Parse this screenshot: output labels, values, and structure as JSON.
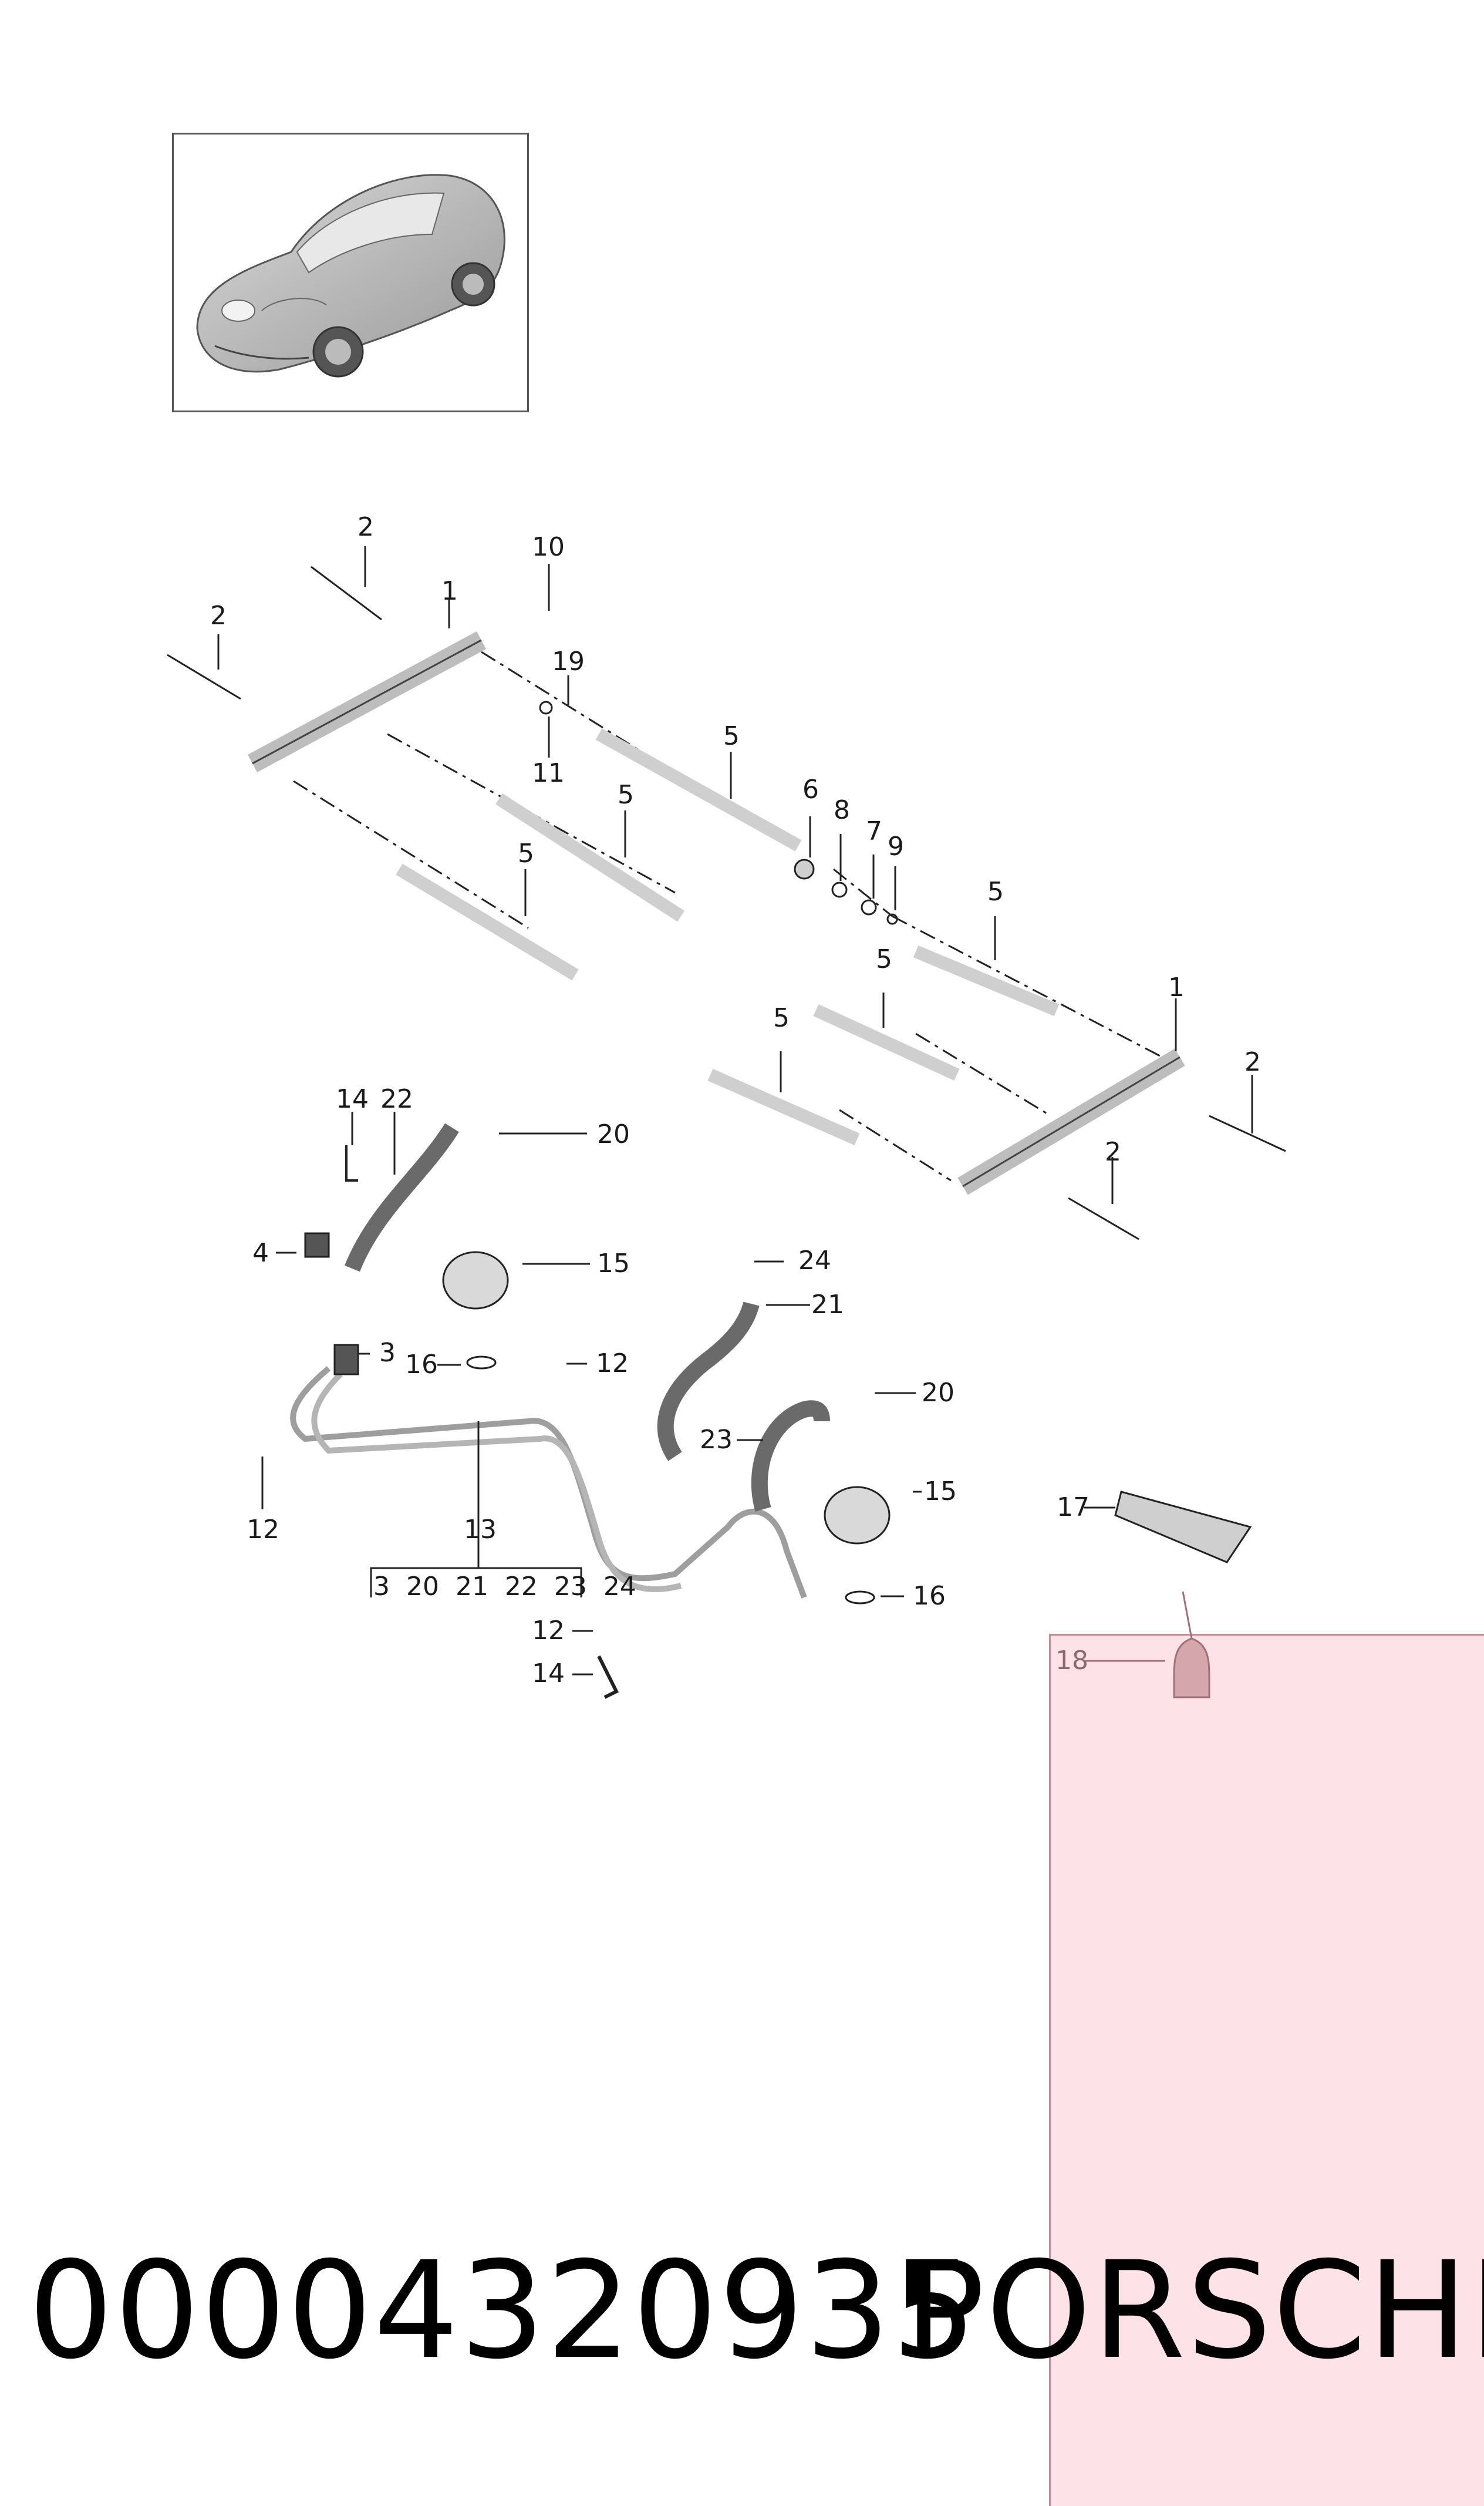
{
  "callouts": [
    {
      "id": "c1",
      "text": "2"
    },
    {
      "id": "c2",
      "text": "2"
    },
    {
      "id": "c3",
      "text": "1"
    },
    {
      "id": "c4",
      "text": "10"
    },
    {
      "id": "c5",
      "text": "19"
    },
    {
      "id": "c6",
      "text": "11"
    },
    {
      "id": "c7",
      "text": "5"
    },
    {
      "id": "c8",
      "text": "5"
    },
    {
      "id": "c9",
      "text": "5"
    },
    {
      "id": "c10",
      "text": "6"
    },
    {
      "id": "c11",
      "text": "8"
    },
    {
      "id": "c12",
      "text": "7"
    },
    {
      "id": "c13",
      "text": "9"
    },
    {
      "id": "c14",
      "text": "5"
    },
    {
      "id": "c15",
      "text": "5"
    },
    {
      "id": "c16",
      "text": "5"
    },
    {
      "id": "c17",
      "text": "1"
    },
    {
      "id": "c18",
      "text": "2"
    },
    {
      "id": "c19",
      "text": "2"
    },
    {
      "id": "c20",
      "text": "14"
    },
    {
      "id": "c21",
      "text": "22"
    },
    {
      "id": "c22",
      "text": "20"
    },
    {
      "id": "c23",
      "text": "4"
    },
    {
      "id": "c24",
      "text": "15"
    },
    {
      "id": "c25",
      "text": "3"
    },
    {
      "id": "c26",
      "text": "16"
    },
    {
      "id": "c27",
      "text": "12"
    },
    {
      "id": "c28",
      "text": "24"
    },
    {
      "id": "c29",
      "text": "21"
    },
    {
      "id": "c30",
      "text": "20"
    },
    {
      "id": "c31",
      "text": "23"
    },
    {
      "id": "c32",
      "text": "15"
    },
    {
      "id": "c33",
      "text": "12"
    },
    {
      "id": "c34",
      "text": "13"
    },
    {
      "id": "c35",
      "text": "16"
    },
    {
      "id": "c36",
      "text": "12"
    },
    {
      "id": "c37",
      "text": "14"
    },
    {
      "id": "c38",
      "text": "17"
    },
    {
      "id": "c39",
      "text": "18"
    }
  ],
  "group_box_label": "3 20 21 22 23 24",
  "footer": {
    "part_number": "00004320935",
    "brand": "PORSCHE"
  },
  "colors": {
    "highlight_fill": "#fde3e8",
    "highlight_border": "#c98c94",
    "line": "#222222",
    "part_fill": "#d9d9d9"
  }
}
